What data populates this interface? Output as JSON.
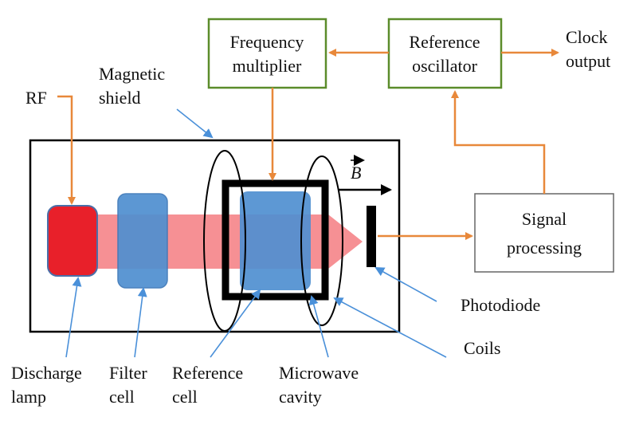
{
  "colors": {
    "orange": "#E8883A",
    "blue": "#4A90D9",
    "green": "#5B8C2A",
    "red": "#E8202A",
    "beam": "#F58A8E",
    "cell_blue": "#4F8FD0",
    "black": "#000000"
  },
  "labels": {
    "rf": "RF",
    "magnetic_shield_1": "Magnetic",
    "magnetic_shield_2": "shield",
    "freq_mult_1": "Frequency",
    "freq_mult_2": "multiplier",
    "ref_osc_1": "Reference",
    "ref_osc_2": "oscillator",
    "clock_1": "Clock",
    "clock_2": "output",
    "field_b": "B",
    "signal_1": "Signal",
    "signal_2": "processing",
    "photodiode": "Photodiode",
    "coils": "Coils",
    "discharge_1": "Discharge",
    "discharge_2": "lamp",
    "filter_1": "Filter",
    "filter_2": "cell",
    "reference_cell_1": "Reference",
    "reference_cell_2": "cell",
    "microwave_1": "Microwave",
    "microwave_2": "cavity"
  }
}
